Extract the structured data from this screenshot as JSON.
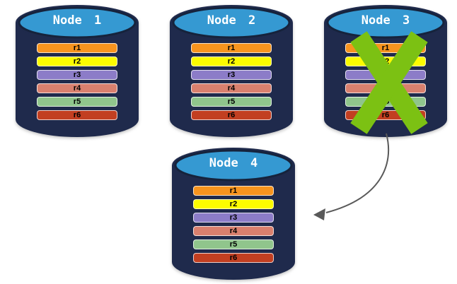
{
  "diagram": {
    "description": "Database cluster failover diagram: four replicated nodes, Node 3 failed (crossed out), data redirected to Node 4",
    "nodes": [
      {
        "id": "node-1",
        "label": "Node 1",
        "status": "active"
      },
      {
        "id": "node-2",
        "label": "Node 2",
        "status": "active"
      },
      {
        "id": "node-3",
        "label": "Node 3",
        "status": "failed"
      },
      {
        "id": "node-4",
        "label": "Node 4",
        "status": "active"
      }
    ],
    "rows": [
      {
        "label": "r1",
        "color": "#F7941E"
      },
      {
        "label": "r2",
        "color": "#FCFC00"
      },
      {
        "label": "r3",
        "color": "#8C7CC8"
      },
      {
        "label": "r4",
        "color": "#D9806E"
      },
      {
        "label": "r5",
        "color": "#90C58C"
      },
      {
        "label": "r6",
        "color": "#C23F21"
      }
    ],
    "arrow": {
      "from": "Node 3",
      "to": "Node 4"
    },
    "colors": {
      "cylinder_body": "#1F2A4C",
      "cylinder_top": "#3599D2",
      "cylinder_top_stroke": "#16233C",
      "x_mark": "#7CC113",
      "arrow": "#595959",
      "title_text": "#FFFFFF",
      "row_text": "#000000",
      "background": "#FFFFFF"
    }
  }
}
